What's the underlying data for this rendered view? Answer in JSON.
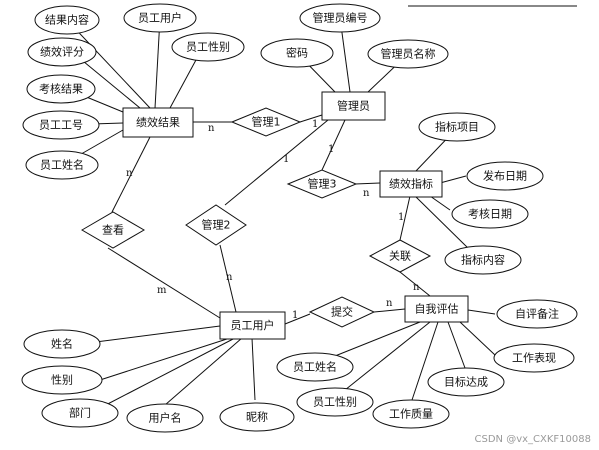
{
  "entities": {
    "perf_result": "绩效结果",
    "admin": "管理员",
    "perf_indicator": "绩效指标",
    "employee": "员工用户",
    "self_eval": "自我评估"
  },
  "relationships": {
    "manage1": "管理1",
    "manage2": "管理2",
    "manage3": "管理3",
    "view": "查看",
    "related": "关联",
    "submit": "提交"
  },
  "attributes": {
    "perf_result": [
      "结果内容",
      "员工用户",
      "员工性别",
      "绩效评分",
      "考核结果",
      "员工工号",
      "员工姓名"
    ],
    "admin": [
      "管理员编号",
      "密码",
      "管理员名称"
    ],
    "perf_indicator": [
      "指标项目",
      "发布日期",
      "考核日期",
      "指标内容"
    ],
    "employee": [
      "姓名",
      "性别",
      "部门",
      "用户名",
      "昵称"
    ],
    "self_eval": [
      "自评备注",
      "工作表现",
      "目标达成",
      "工作质量",
      "员工性别",
      "员工姓名"
    ]
  },
  "cardinalities": {
    "manage1_result": "n",
    "manage1_admin": "1",
    "manage2_admin": "1",
    "manage2_employee": "n",
    "manage3_admin": "1",
    "manage3_indicator": "n",
    "view_result": "n",
    "view_employee": "m",
    "related_indicator": "1",
    "related_self": "n",
    "submit_employee": "1",
    "submit_self": "n"
  },
  "watermark": "CSDN @vx_CXKF10088"
}
